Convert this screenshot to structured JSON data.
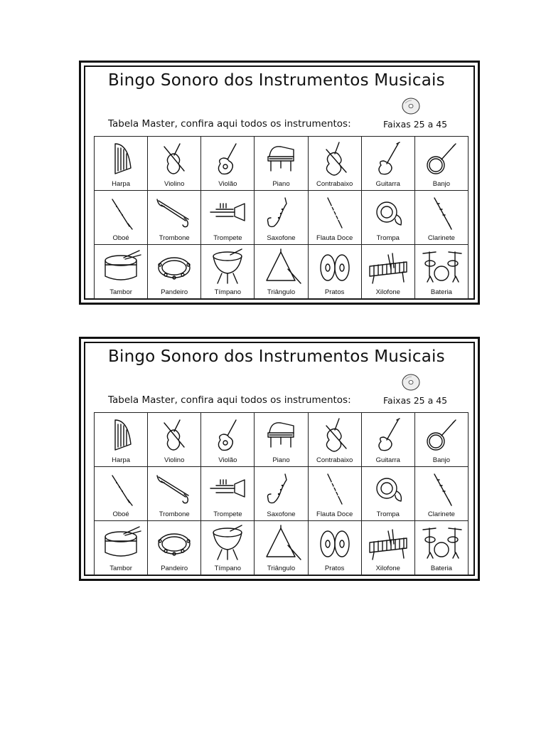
{
  "cards": [
    {
      "title": "Bingo Sonoro dos Instrumentos Musicais",
      "subtitle": "Tabela Master, confira aqui todos os instrumentos:",
      "tracks": "Faixas 25 a 45",
      "cd_icon": "cd-disc-icon"
    },
    {
      "title": "Bingo Sonoro dos Instrumentos Musicais",
      "subtitle": "Tabela Master, confira aqui todos os instrumentos:",
      "tracks": "Faixas 25 a 45",
      "cd_icon": "cd-disc-icon"
    }
  ],
  "instruments": [
    {
      "label": "Harpa",
      "icon": "harp-icon"
    },
    {
      "label": "Violino",
      "icon": "violin-icon"
    },
    {
      "label": "Violão",
      "icon": "acoustic-guitar-icon"
    },
    {
      "label": "Piano",
      "icon": "grand-piano-icon"
    },
    {
      "label": "Contrabaixo",
      "icon": "double-bass-icon"
    },
    {
      "label": "Guitarra",
      "icon": "electric-guitar-icon"
    },
    {
      "label": "Banjo",
      "icon": "banjo-icon"
    },
    {
      "label": "Oboé",
      "icon": "oboe-icon"
    },
    {
      "label": "Trombone",
      "icon": "trombone-icon"
    },
    {
      "label": "Trompete",
      "icon": "trumpet-icon"
    },
    {
      "label": "Saxofone",
      "icon": "saxophone-icon"
    },
    {
      "label": "Flauta Doce",
      "icon": "recorder-icon"
    },
    {
      "label": "Trompa",
      "icon": "french-horn-icon"
    },
    {
      "label": "Clarinete",
      "icon": "clarinet-icon"
    },
    {
      "label": "Tambor",
      "icon": "drum-icon"
    },
    {
      "label": "Pandeiro",
      "icon": "tambourine-icon"
    },
    {
      "label": "Tímpano",
      "icon": "timpani-icon"
    },
    {
      "label": "Triângulo",
      "icon": "triangle-icon"
    },
    {
      "label": "Pratos",
      "icon": "cymbals-icon"
    },
    {
      "label": "Xilofone",
      "icon": "xylophone-icon"
    },
    {
      "label": "Bateria",
      "icon": "drum-kit-icon"
    }
  ]
}
